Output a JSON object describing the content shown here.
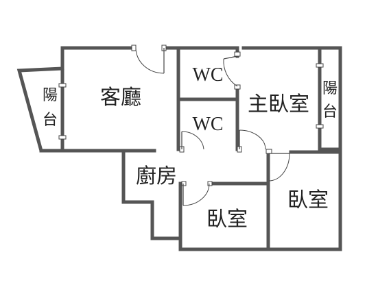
{
  "floor_plan": {
    "rooms": [
      {
        "id": "living",
        "label": "客廳"
      },
      {
        "id": "wc_upper",
        "label": "WC"
      },
      {
        "id": "wc_lower",
        "label": "WC"
      },
      {
        "id": "master_bedroom",
        "label": "主臥室"
      },
      {
        "id": "kitchen",
        "label": "廚房"
      },
      {
        "id": "bedroom_center",
        "label": "臥室"
      },
      {
        "id": "bedroom_right",
        "label": "臥室"
      }
    ],
    "balconies": [
      {
        "id": "balcony_left",
        "chars": [
          "陽",
          "台"
        ]
      },
      {
        "id": "balcony_right",
        "chars": [
          "陽",
          "台"
        ]
      }
    ],
    "colors": {
      "wall": "#555555",
      "text": "#222222",
      "background": "#ffffff"
    }
  }
}
